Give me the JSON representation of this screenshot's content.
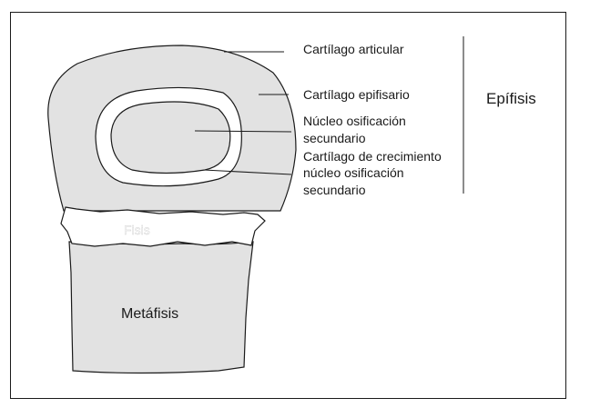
{
  "labels": {
    "cartilago_articular": "Cartílago articular",
    "cartilago_epifisario": "Cartílago epifisario",
    "nucleo_line1": "Núcleo osificación",
    "nucleo_line2": "secundario",
    "crecimiento_line1": "Cartílago de crecimiento",
    "crecimiento_line2": "núcleo osificación",
    "crecimiento_line3": "secundario",
    "epifisis": "Epífisis",
    "fisis": "Fisis",
    "metafisis": "Metáfisis"
  },
  "colors": {
    "bone_fill": "#e2e2e2",
    "outline": "#1a1a1a",
    "fisis_label": "#ffffff"
  }
}
